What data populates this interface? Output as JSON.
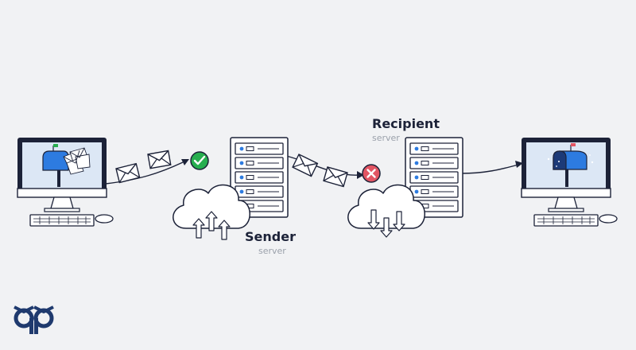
{
  "sender": {
    "title": "Sender",
    "subtitle": "server",
    "status": "delivered"
  },
  "recipient": {
    "title": "Recipient",
    "subtitle": "server",
    "status": "rejected"
  },
  "colors": {
    "background": "#f1f2f4",
    "ink": "#1c2238",
    "accent_blue": "#2d7be0",
    "success_green": "#27ae4f",
    "error_red": "#e25563",
    "muted_text": "#9ba1ab",
    "logo_navy": "#1f3a6e"
  },
  "icons": [
    "desktop-computer-icon",
    "mailbox-icon",
    "envelope-icon",
    "check-circle-icon",
    "x-circle-icon",
    "server-rack-icon",
    "cloud-upload-icon",
    "cloud-download-icon",
    "owl-logo-icon"
  ]
}
